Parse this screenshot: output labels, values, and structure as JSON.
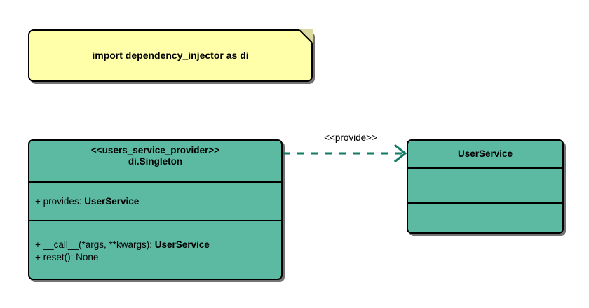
{
  "diagram": {
    "title": "UML class diagram",
    "colors": {
      "note_fill": "#ffffaa",
      "class_fill": "#5cbaa3",
      "stroke": "#000000",
      "connector": "#117a63"
    }
  },
  "note": {
    "text": "import dependency_injector as di",
    "fold_icon": "page-fold-icon"
  },
  "provider_class": {
    "stereotype": "<<users_service_provider>>",
    "name": "di.Singleton",
    "attributes": [
      {
        "visibility": "+",
        "text": "provides: ",
        "type": "UserService"
      }
    ],
    "operations": [
      {
        "visibility": "+",
        "text": "__call__(*args, **kwargs): ",
        "type": "UserService"
      },
      {
        "visibility": "+",
        "text": "reset(): None",
        "type": ""
      }
    ]
  },
  "service_class": {
    "name": "UserService",
    "attributes": [],
    "operations": []
  },
  "dependency": {
    "label": "<<provide>>",
    "style": "dashed",
    "arrowhead": "open-arrowhead-icon",
    "from": "provider_class",
    "to": "service_class"
  }
}
